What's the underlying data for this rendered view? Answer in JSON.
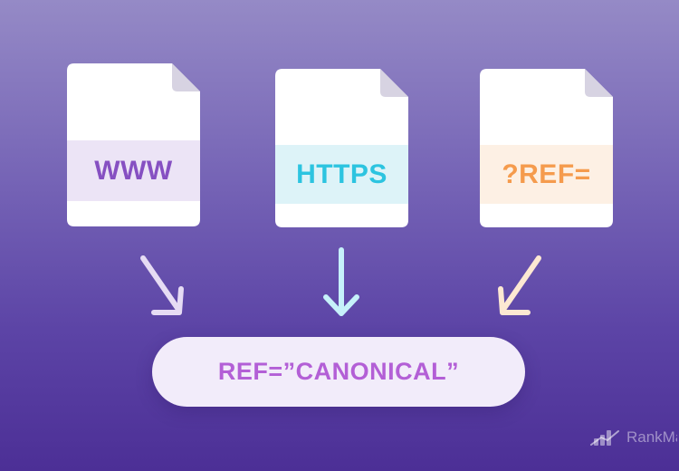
{
  "documents": [
    {
      "label": "WWW",
      "color": "#8650c2",
      "band_color": "#ece4f6"
    },
    {
      "label": "HTTPS",
      "color": "#2cc4e0",
      "band_color": "#ddf3f8"
    },
    {
      "label": "?REF=",
      "color": "#f59b4d",
      "band_color": "#fdf0e4"
    }
  ],
  "arrows": [
    {
      "icon": "arrow-down-right-icon",
      "color": "#e6dcf4"
    },
    {
      "icon": "arrow-down-icon",
      "color": "#c6f1fa"
    },
    {
      "icon": "arrow-down-left-icon",
      "color": "#fde8d2"
    }
  ],
  "canonical": {
    "label": "REF=”CANONICAL”",
    "color": "#b35fd6"
  },
  "watermark": {
    "text": "RankMath",
    "icon": "rankmath-logo-icon"
  }
}
